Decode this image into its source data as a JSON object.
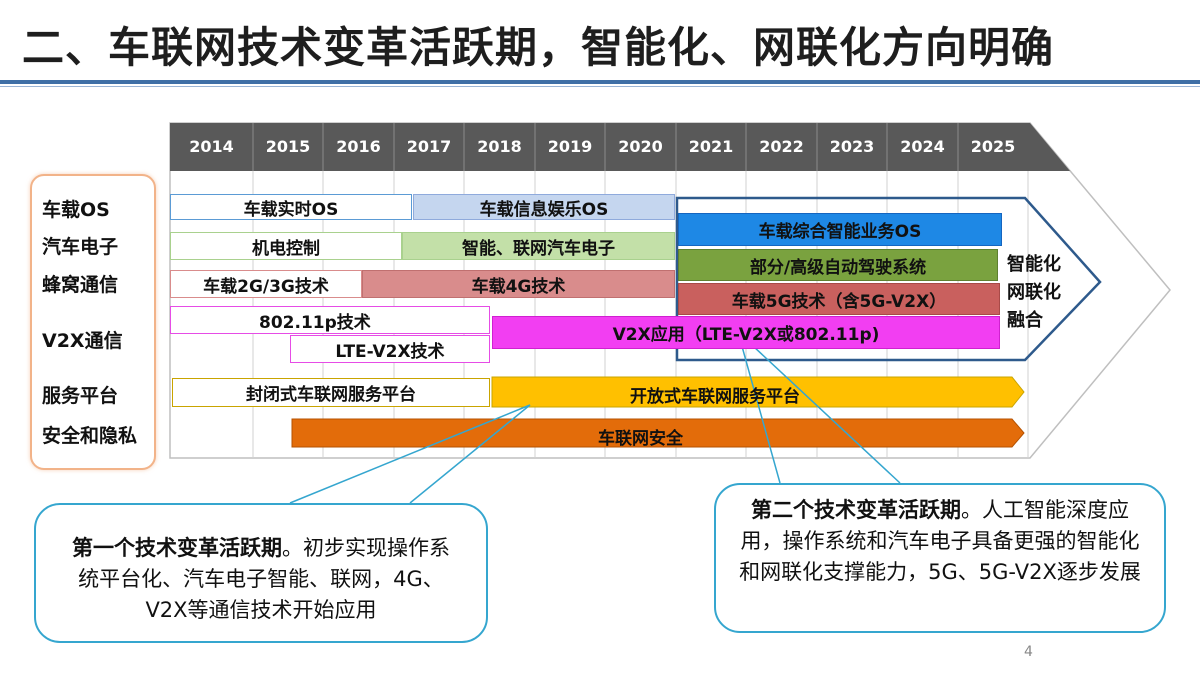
{
  "title": "二、车联网技术变革活跃期，智能化、网联化方向明确",
  "years": [
    "2014",
    "2015",
    "2016",
    "2017",
    "2018",
    "2019",
    "2020",
    "2021",
    "2022",
    "2023",
    "2024",
    "2025"
  ],
  "row_labels": [
    "车载OS",
    "汽车电子",
    "蜂窝通信",
    "V2X通信",
    "服务平台",
    "安全和隐私"
  ],
  "bars": {
    "os_realtime": "车载实时OS",
    "os_infotainment": "车载信息娱乐OS",
    "os_integrated": "车载综合智能业务OS",
    "electromech": "机电控制",
    "smart_electronics": "智能、联网汽车电子",
    "autonomous": "部分/高级自动驾驶系统",
    "cellular_2g3g": "车载2G/3G技术",
    "cellular_4g": "车载4G技术",
    "cellular_5g": "车载5G技术（含5G-V2X）",
    "v2x_80211p": "802.11p技术",
    "v2x_lte": "LTE-V2X技术",
    "v2x_app": "V2X应用（LTE-V2X或802.11p)",
    "platform_closed": "封闭式车联网服务平台",
    "platform_open": "开放式车联网服务平台",
    "security": "车联网安全"
  },
  "side_labels": [
    "智能化",
    "网联化",
    "融合"
  ],
  "callout1": {
    "heading": "第一个技术变革活跃期",
    "body": "。初步实现操作系统平台化、汽车电子智能、联网，4G、V2X等通信技术开始应用"
  },
  "callout2": {
    "heading": "第二个技术变革活跃期",
    "body": "。人工智能深度应用，操作系统和汽车电子具备更强的智能化和网联化支撑能力，5G、5G-V2X逐步发展"
  },
  "page_number": "4",
  "colors": {
    "header": "#595959",
    "title_rule": "#3f6fa6",
    "os_infotainment": "#c5d6ef",
    "os_integrated": "#1e88e5",
    "smart_electronics": "#c3e0a8",
    "autonomous": "#7aa23f",
    "cellular_4g": "#d98c8c",
    "cellular_5g": "#c9605e",
    "v2x_app": "#f23ef2",
    "platform_open": "#ffc000",
    "security": "#e36c0a",
    "callout_border": "#35a6cf"
  }
}
